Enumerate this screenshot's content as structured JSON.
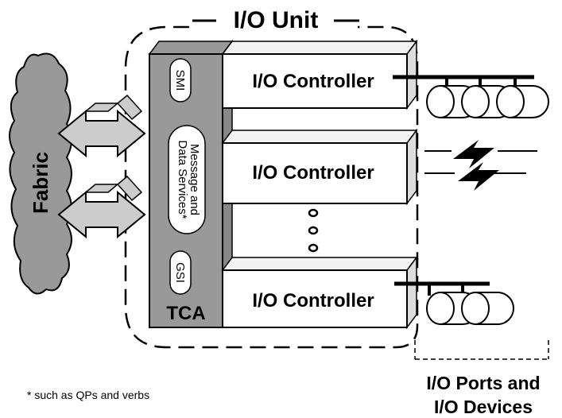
{
  "diagram": {
    "unit_title": "I/O Unit",
    "fabric_label": "Fabric",
    "tca": {
      "label": "TCA",
      "smi": "SMI",
      "message_line1": "Message and",
      "message_line2": "Data Services*",
      "gsi": "GSI"
    },
    "controllers": [
      {
        "label": "I/O Controller"
      },
      {
        "label": "I/O Controller"
      },
      {
        "label": "I/O Controller"
      }
    ],
    "ports_label_line1": "I/O Ports and",
    "ports_label_line2": "I/O Devices",
    "footnote": "* such as QPs and verbs"
  }
}
